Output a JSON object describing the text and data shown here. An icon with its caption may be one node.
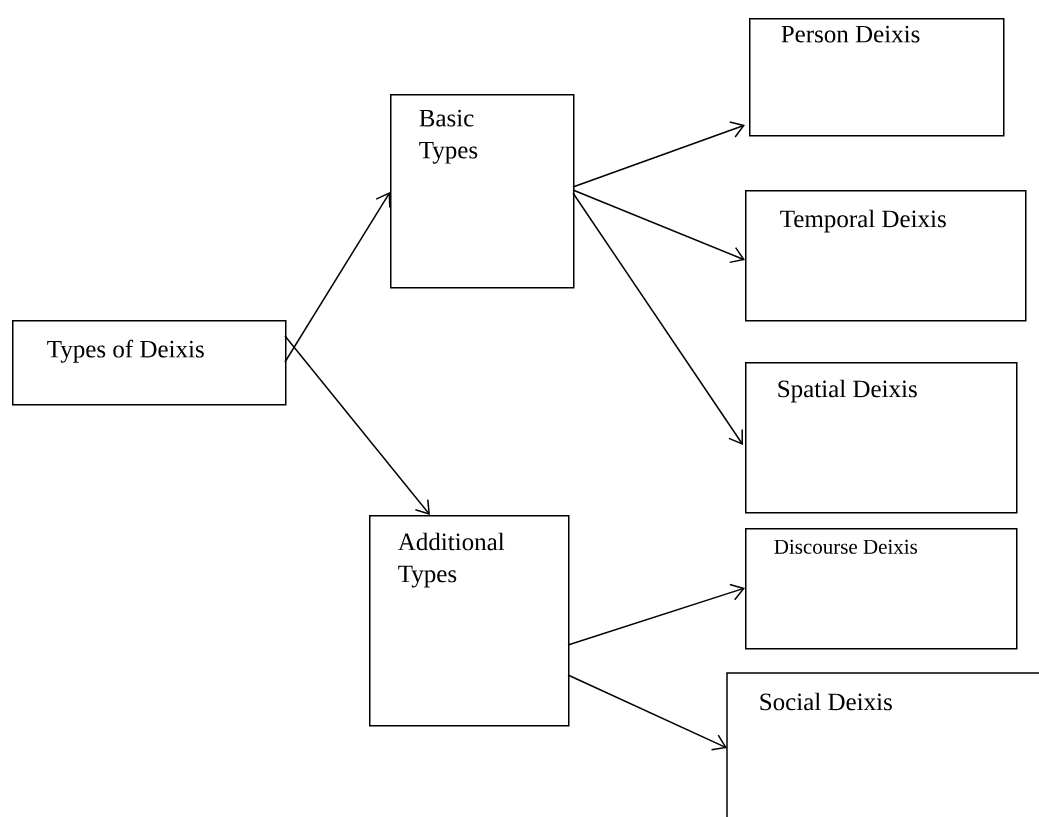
{
  "diagram": {
    "nodes": [
      {
        "text": [
          "Types of Deixis"
        ]
      },
      {
        "text": [
          "Basic Types"
        ]
      },
      {
        "text": [
          "Additional Types"
        ]
      },
      {
        "text": [
          "Person Deixis"
        ]
      },
      {
        "text": [
          "Temporal  Deixis"
        ]
      },
      {
        "text": [
          "Spatial Deixis"
        ]
      },
      {
        "text": [
          "Discourse Deixis"
        ]
      },
      {
        "text": [
          "Social Deixis"
        ]
      }
    ],
    "edges": [
      {
        "from": 0,
        "to": 1,
        "arrow": "to"
      },
      {
        "from": 0,
        "to": 2,
        "arrow": "to"
      },
      {
        "from": 1,
        "to": 3,
        "arrow": "to"
      },
      {
        "from": 1,
        "to": 4,
        "arrow": "to"
      },
      {
        "from": 1,
        "to": 5,
        "arrow": "to"
      },
      {
        "from": 2,
        "to": 6,
        "arrow": "to"
      },
      {
        "from": 2,
        "to": 7,
        "arrow": "to"
      }
    ]
  }
}
